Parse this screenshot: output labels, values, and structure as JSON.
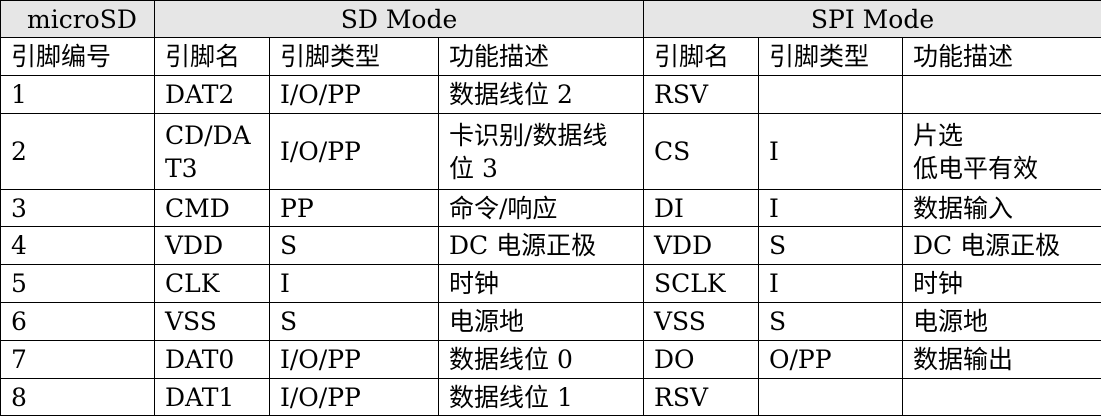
{
  "table": {
    "top_headers": [
      "microSD",
      "SD Mode",
      "SPI Mode"
    ],
    "sub_headers": [
      "引脚编号",
      "引脚名",
      "引脚类型",
      "功能描述",
      "引脚名",
      "引脚类型",
      "功能描述"
    ],
    "rows": [
      [
        "1",
        "DAT2",
        "I/O/PP",
        "数据线位 2",
        "RSV",
        "",
        ""
      ],
      [
        "2",
        "CD/DAT3",
        "I/O/PP",
        "卡识别/数据线位 3",
        "CS",
        "I",
        "片选"
      ],
      [
        "3",
        "CMD",
        "PP",
        "命令/响应",
        "DI",
        "I",
        "数据输入"
      ],
      [
        "4",
        "VDD",
        "S",
        "DC 电源正极",
        "VDD",
        "S",
        "DC 电源正极"
      ],
      [
        "5",
        "CLK",
        "I",
        "时钟",
        "SCLK",
        "I",
        "时钟"
      ],
      [
        "6",
        "VSS",
        "S",
        "电源地",
        "VSS",
        "S",
        "电源地"
      ],
      [
        "7",
        "DAT0",
        "I/O/PP",
        "数据线位 0",
        "DO",
        "O/PP",
        "数据输出"
      ],
      [
        "8",
        "DAT1",
        "I/O/PP",
        "数据线位 1",
        "RSV",
        "",
        ""
      ]
    ],
    "row2_extra": {
      "sd_name_line1": "CD/DA",
      "sd_name_line2": "T3",
      "sd_func_line1": "卡识别/数据线",
      "sd_func_line2": "位 3",
      "spi_func_line2": "低电平有效"
    }
  }
}
